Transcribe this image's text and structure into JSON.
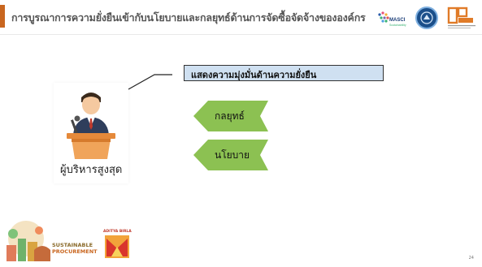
{
  "header": {
    "title": "การบูรณาการความยั่งยืนเข้ากับนโยบายและกลยุทธ์ด้านการจัดซื้อจัดจ้างขององค์กร",
    "logos": {
      "masci": "MASCI",
      "masci_sub": "Sustainability",
      "seal_icon": "seal-icon",
      "ipc_icon": "ipc-logo-icon"
    },
    "accent_color": "#c9661f"
  },
  "main": {
    "speaker_icon": "speaker-at-podium-icon",
    "speaker_label": "ผู้บริหารสูงสุด",
    "callout_text": "แสดงความมุ่งมั่นด้านความยั่งยืน",
    "callout_color": "#cfe0f1",
    "arrow_color": "#8cc152",
    "arrows": [
      {
        "label": "กลยุทธ์"
      },
      {
        "label": "นโยบาย"
      }
    ]
  },
  "footer": {
    "procurement_line1": "SUSTAINABLE",
    "procurement_line2": "PROCUREMENT",
    "aditya_name": "ADITYA BIRLA",
    "page_number": "24"
  }
}
